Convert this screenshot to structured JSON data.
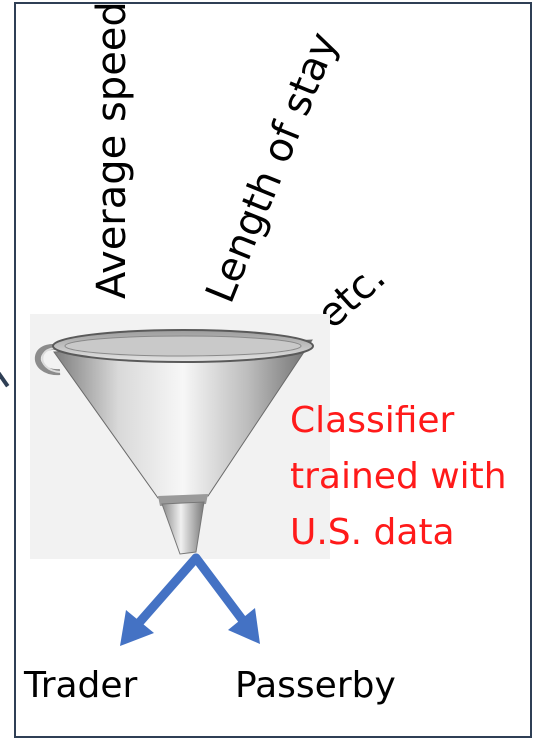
{
  "features": {
    "speed": "Average speed",
    "stay": "Length of stay",
    "etc": "etc."
  },
  "classifier": {
    "line1": "Classifier",
    "line2": "trained with",
    "line3": "U.S. data",
    "color": "#ff1a1a"
  },
  "outcomes": {
    "left": "Trader",
    "right": "Passerby"
  },
  "colors": {
    "arrow": "#4472c4",
    "frame": "#2f3f55"
  }
}
